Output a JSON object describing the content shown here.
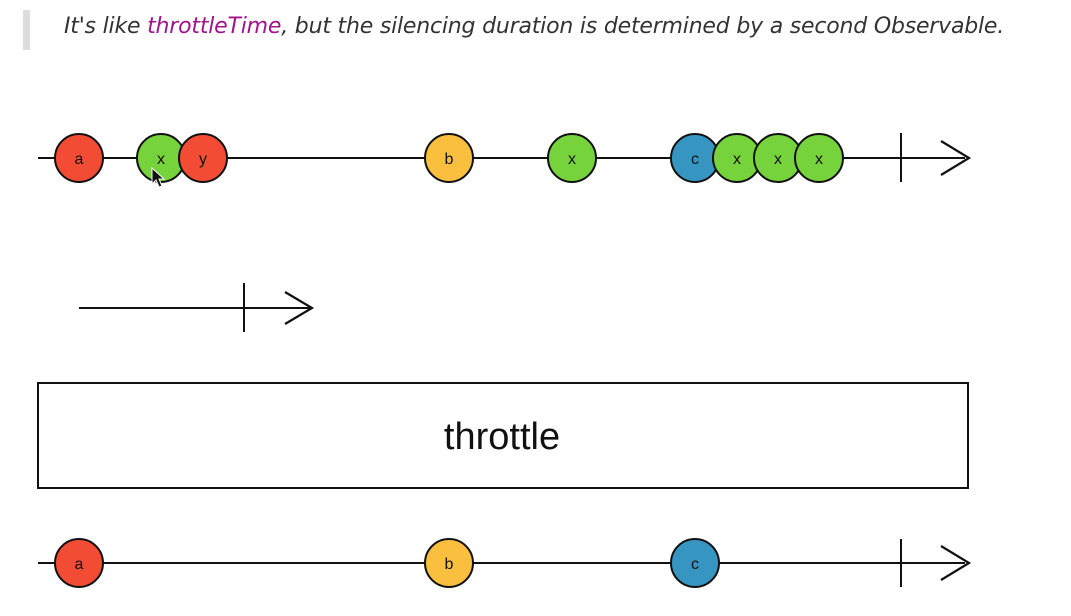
{
  "caption": {
    "prefix": "It's like ",
    "code": "throttleTime",
    "suffix": ", but the silencing duration is determined by a second Observable."
  },
  "colors": {
    "red": "#f24c35",
    "green": "#76d33c",
    "yellow": "#fbbf3f",
    "blue": "#3795c2",
    "code_text": "#a0148c",
    "line": "#111111"
  },
  "diagram": {
    "source_stream": {
      "marbles": [
        {
          "label": "a",
          "color": "red"
        },
        {
          "label": "x",
          "color": "green"
        },
        {
          "label": "y",
          "color": "red"
        },
        {
          "label": "b",
          "color": "yellow"
        },
        {
          "label": "x",
          "color": "green"
        },
        {
          "label": "c",
          "color": "blue"
        },
        {
          "label": "x",
          "color": "green"
        },
        {
          "label": "x",
          "color": "green"
        },
        {
          "label": "x",
          "color": "green"
        }
      ],
      "completes": true
    },
    "duration_stream": {
      "completes": true
    },
    "operator": {
      "label": "throttle"
    },
    "output_stream": {
      "marbles": [
        {
          "label": "a",
          "color": "red"
        },
        {
          "label": "b",
          "color": "yellow"
        },
        {
          "label": "c",
          "color": "blue"
        }
      ],
      "completes": true
    }
  }
}
